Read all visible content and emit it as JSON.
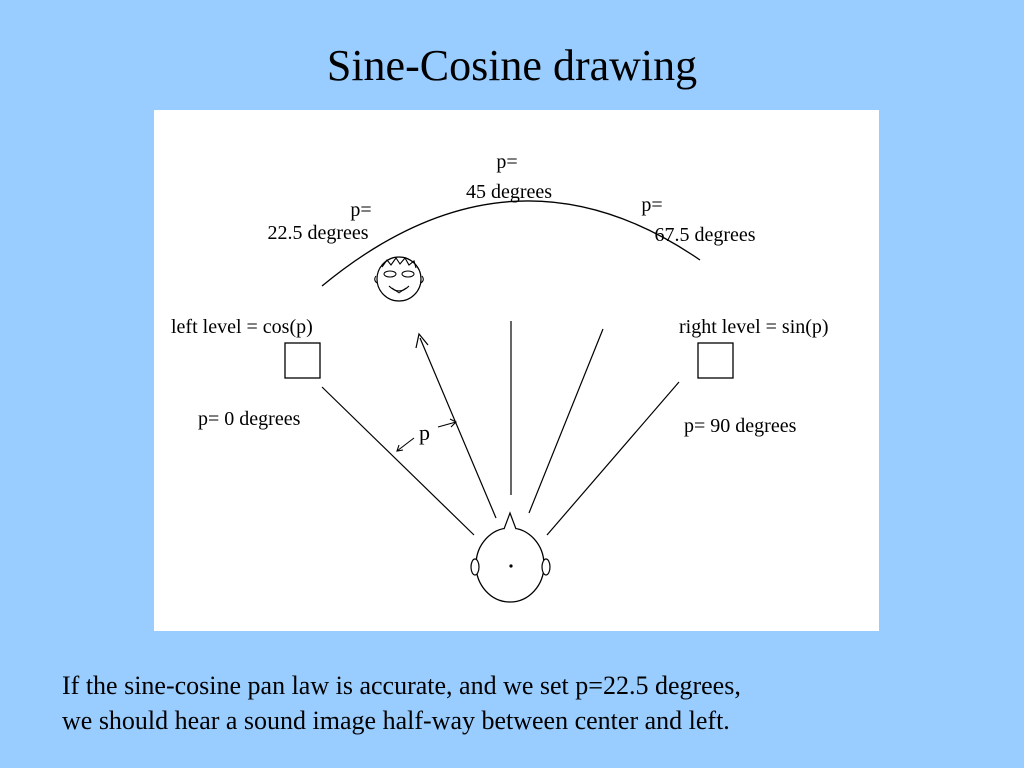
{
  "slide": {
    "title": "Sine-Cosine drawing",
    "caption_line1": "If the sine-cosine pan law is accurate, and we set p=22.5 degrees,",
    "caption_line2": "we should hear a sound image half-way between center and left."
  },
  "diagram": {
    "labels": {
      "p_45_top": "p=",
      "p_45_bottom": "45 degrees",
      "p_22_top": "p=",
      "p_22_bottom": "22.5 degrees",
      "p_67_top": "p=",
      "p_67_bottom": "67.5 degrees",
      "left_level": "left level = cos(p)",
      "right_level": "right level = sin(p)",
      "p_0": "p=  0 degrees",
      "p_90": "p= 90 degrees",
      "angle_p": "p"
    }
  }
}
